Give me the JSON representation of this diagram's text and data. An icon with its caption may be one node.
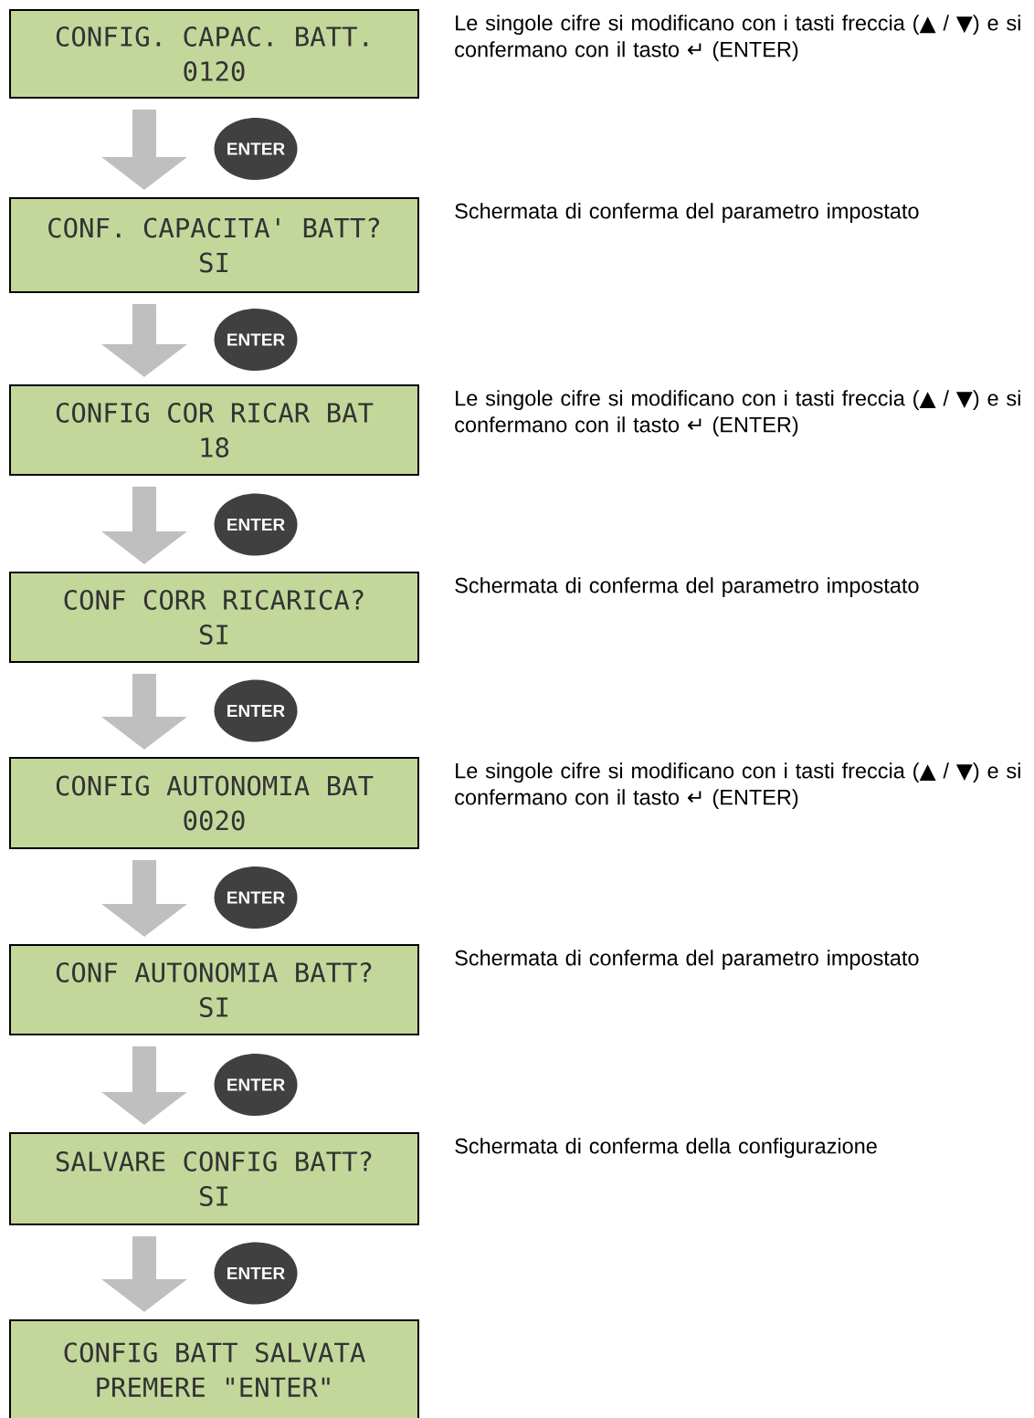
{
  "diagram": {
    "nodes": [
      {
        "text": [
          "CONFIG. CAPAC. BATT.",
          "0120"
        ],
        "beside": [
          "Le singole cifre si modificano con i tasti freccia (▲ / ▼) e si confermano con il tasto ↵ (ENTER)"
        ]
      },
      {
        "text": [
          "CONF. CAPACITA' BATT?",
          "SI"
        ],
        "beside": [
          "Schermata di conferma del parametro impostato"
        ]
      },
      {
        "text": [
          "CONFIG COR RICAR BAT",
          "18"
        ],
        "beside": [
          "Le singole cifre si modificano con i tasti freccia (▲ / ▼) e si confermano con il tasto ↵ (ENTER)"
        ]
      },
      {
        "text": [
          "CONF CORR RICARICA?",
          "SI"
        ],
        "beside": [
          "Schermata di conferma del parametro impostato"
        ]
      },
      {
        "text": [
          "CONFIG AUTONOMIA BAT",
          "0020"
        ],
        "beside": [
          "Le singole cifre si modificano con i tasti freccia (▲ / ▼) e si confermano con il tasto ↵ (ENTER)"
        ]
      },
      {
        "text": [
          "CONF AUTONOMIA BATT?",
          "SI"
        ],
        "beside": [
          "Schermata di conferma del parametro impostato"
        ]
      },
      {
        "text": [
          "SALVARE CONFIG BATT?",
          "SI"
        ],
        "beside": [
          "Schermata di conferma della configurazione"
        ]
      },
      {
        "text": [
          "CONFIG BATT SALVATA",
          "PREMERE \"ENTER\""
        ]
      }
    ],
    "edges": [
      {
        "from": 0,
        "to": 1,
        "arrow": "to",
        "label": "ENTER"
      },
      {
        "from": 1,
        "to": 2,
        "arrow": "to",
        "label": "ENTER"
      },
      {
        "from": 2,
        "to": 3,
        "arrow": "to",
        "label": "ENTER"
      },
      {
        "from": 3,
        "to": 4,
        "arrow": "to",
        "label": "ENTER"
      },
      {
        "from": 4,
        "to": 5,
        "arrow": "to",
        "label": "ENTER"
      },
      {
        "from": 5,
        "to": 6,
        "arrow": "to",
        "label": "ENTER"
      },
      {
        "from": 6,
        "to": 7,
        "arrow": "to",
        "label": "ENTER"
      }
    ]
  }
}
